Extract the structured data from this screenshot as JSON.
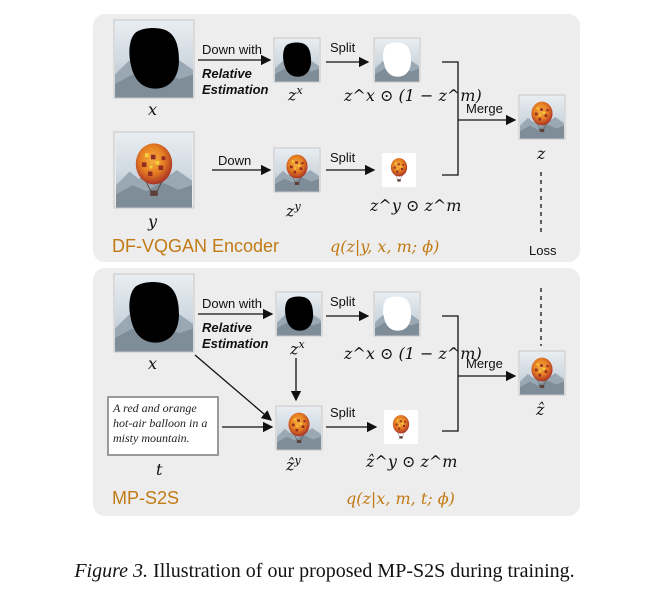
{
  "encoder_panel": {
    "title": "DF-VQGAN Encoder",
    "objective": "q(z|y, x, m; ϕ)",
    "row1": {
      "input_label": "x",
      "down_label": "Down with",
      "down_sub": "Relative Estimation",
      "downsampled_label": "z",
      "downsampled_sup": "x",
      "split_label": "Split",
      "split_result": "z^x ⊙ (1 − z^m)"
    },
    "row2": {
      "input_label": "y",
      "down_label": "Down",
      "downsampled_label": "z",
      "downsampled_sup": "y",
      "split_label": "Split",
      "split_result": "z^y ⊙ z^m"
    },
    "merge_label": "Merge",
    "merge_output": "z",
    "loss_label": "Loss"
  },
  "s2s_panel": {
    "title": "MP-S2S",
    "objective": "q(z|x, m, t; ϕ)",
    "row1": {
      "input_label": "x",
      "down_label": "Down with",
      "down_sub": "Relative Estimation",
      "downsampled_label": "z",
      "downsampled_sup": "x",
      "split_label": "Split",
      "split_result": "z^x ⊙ (1 − z^m)"
    },
    "text_prompt": "A red and orange hot-air balloon in a misty mountain.",
    "text_label": "t",
    "row2": {
      "predicted_label": "ẑ",
      "predicted_sup": "y",
      "split_label": "Split",
      "split_result": "ẑ^y ⊙ z^m"
    },
    "merge_label": "Merge",
    "merge_output": "ẑ"
  },
  "caption": {
    "figure_number": "Figure 3.",
    "text": "Illustration of our proposed MP-S2S during training."
  },
  "colors": {
    "panel_bg": "#ededed",
    "accent_orange": "#c27a14",
    "sky_top": "#dde4ea",
    "mountain": "#8e9ca8",
    "balloon_red": "#c0392b",
    "balloon_orange": "#e67e22",
    "mask_black": "#000000"
  }
}
